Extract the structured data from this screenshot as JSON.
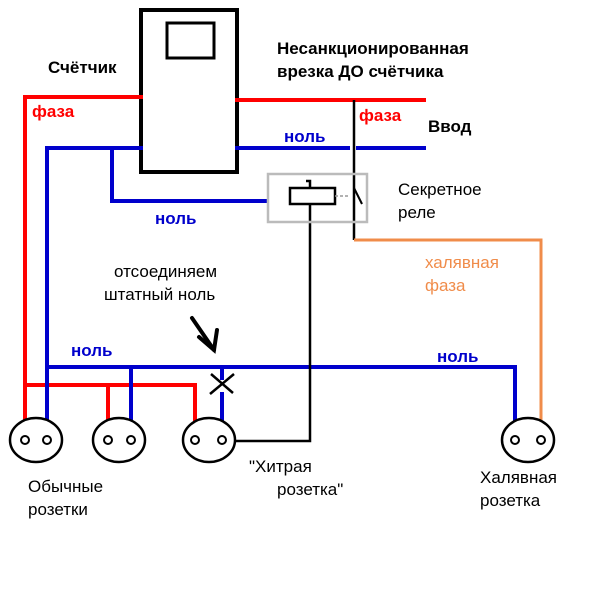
{
  "colors": {
    "phase": "#ff0000",
    "neutral": "#0000cc",
    "wire": "#000000",
    "free_phase": "#f08c4a",
    "relay_box": "#bbbbbb"
  },
  "labels": {
    "meter": "Счётчик",
    "tap_line1": "Несанкционированная",
    "tap_line2": "врезка ДО счётчика",
    "phase_left": "фаза",
    "phase_right": "фаза",
    "input": "Ввод",
    "neutral_top": "ноль",
    "neutral_loop": "ноль",
    "neutral_left": "ноль",
    "neutral_right": "ноль",
    "relay_line1": "Секретное",
    "relay_line2": "реле",
    "free_phase_line1": "халявная",
    "free_phase_line2": "фаза",
    "disconnect_line1": "отсоединяем",
    "disconnect_line2": "штатный ноль",
    "ordinary_line1": "Обычные",
    "ordinary_line2": "розетки",
    "tricky_line1": "\"Хитрая",
    "tricky_line2": "розетка\"",
    "free_socket_line1": "Халявная",
    "free_socket_line2": "розетка"
  },
  "icons": {
    "meter": "electricity-meter-icon",
    "relay": "relay-coil-icon",
    "switch": "relay-switch-icon",
    "arrow": "pointer-arrow-icon",
    "cut": "cut-mark-icon",
    "socket": "socket-icon"
  }
}
